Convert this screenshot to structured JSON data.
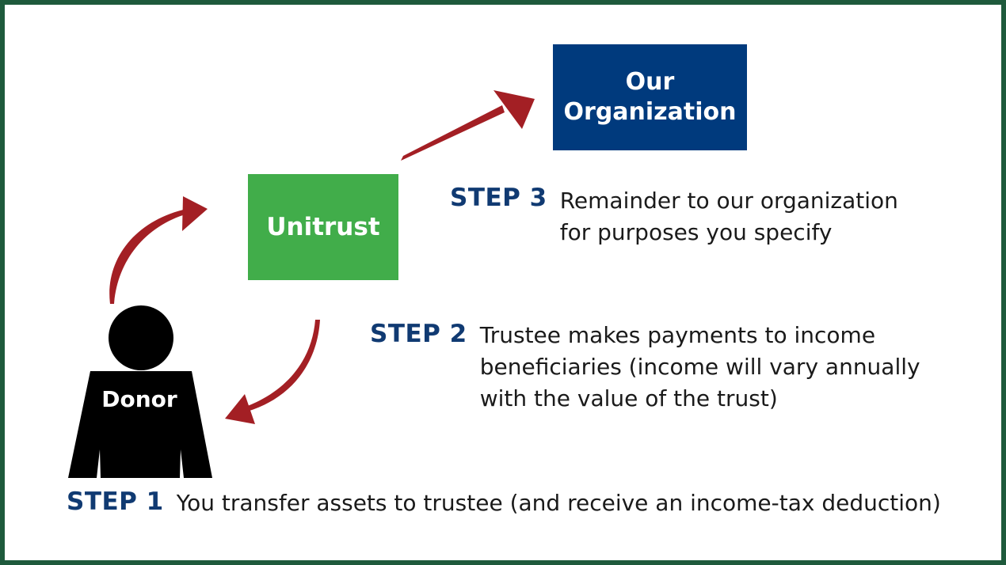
{
  "boxes": {
    "organization_line1": "Our",
    "organization_line2": "Organization",
    "unitrust": "Unitrust",
    "donor": "Donor"
  },
  "steps": [
    {
      "label": "STEP 1",
      "lines": [
        "You transfer assets to trustee (and receive an income-tax deduction)"
      ]
    },
    {
      "label": "STEP 2",
      "lines": [
        "Trustee makes payments to income",
        "beneficiaries (income will vary annually",
        "with the value of the trust)"
      ]
    },
    {
      "label": "STEP 3",
      "lines": [
        "Remainder to our organization",
        "for purposes you specify"
      ]
    }
  ],
  "colors": {
    "border": "#1e5a3c",
    "organization_box": "#003a7d",
    "unitrust_box": "#41ad4a",
    "arrow": "#a31f24",
    "step_label": "#103a72",
    "donor": "#000000"
  }
}
